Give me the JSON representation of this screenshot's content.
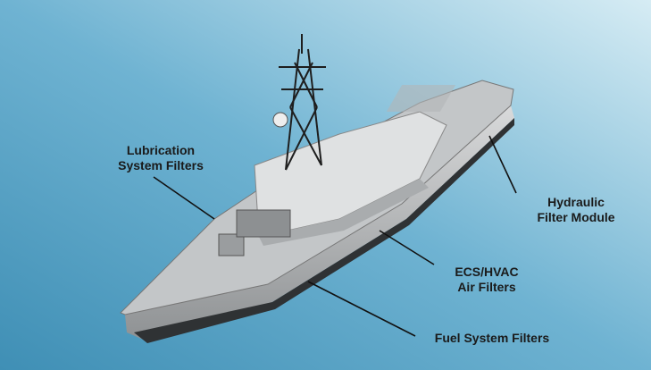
{
  "labels": {
    "lubrication": [
      "Lubrication",
      "System Filters"
    ],
    "hydraulic": [
      "Hydraulic",
      "Filter Module"
    ],
    "ecs_hvac": [
      "ECS/HVAC",
      "Air Filters"
    ],
    "fuel": [
      "Fuel System Filters"
    ]
  },
  "colors": {
    "sea_dark": "#4f9cc0",
    "sea_light": "#bfe0ee",
    "hull": "#3a3d40",
    "deck": "#c9cbcd"
  }
}
